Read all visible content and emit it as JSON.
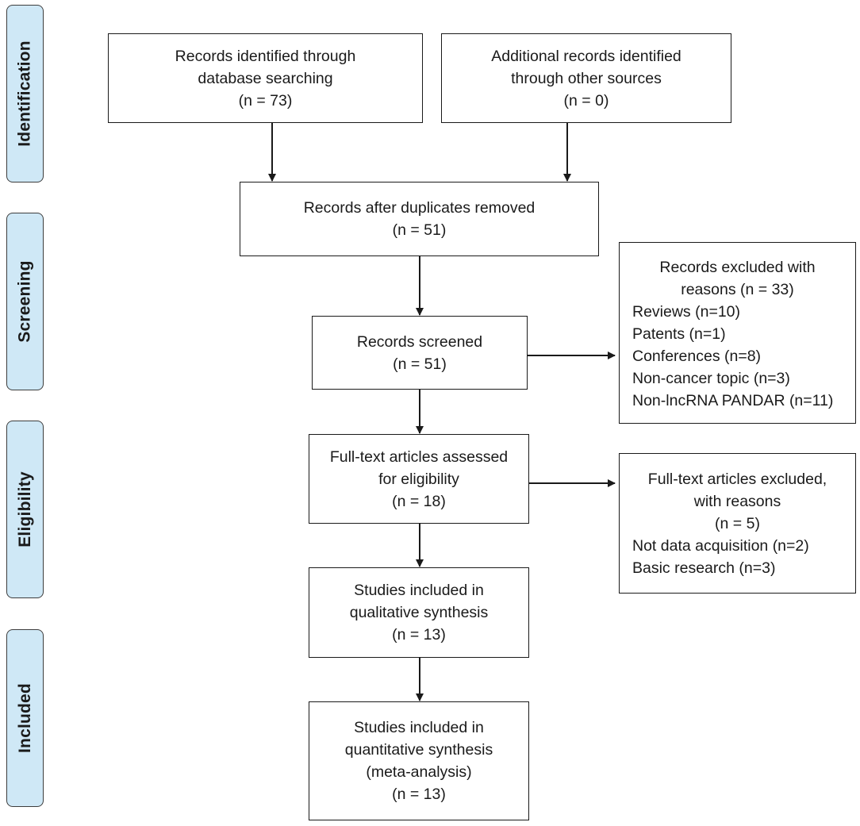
{
  "stages": {
    "identification": "Identification",
    "screening": "Screening",
    "eligibility": "Eligibility",
    "included": "Included"
  },
  "boxes": {
    "database": [
      "Records identified through",
      "database searching",
      "(n = 73)"
    ],
    "other_sources": [
      "Additional records identified",
      "through other sources",
      "(n = 0)"
    ],
    "after_duplicates": [
      "Records after duplicates removed",
      "(n = 51)"
    ],
    "screened": [
      "Records screened",
      "(n = 51)"
    ],
    "excluded_screening": {
      "header": [
        "Records excluded with",
        "reasons (n = 33)"
      ],
      "items": [
        "Reviews (n=10)",
        "Patents (n=1)",
        "Conferences (n=8)",
        "Non-cancer topic (n=3)",
        "Non-lncRNA PANDAR (n=11)"
      ]
    },
    "fulltext": [
      "Full-text articles assessed",
      "for eligibility",
      "(n = 18)"
    ],
    "excluded_fulltext": {
      "header": [
        "Full-text articles excluded,",
        "with reasons",
        "(n = 5)"
      ],
      "items": [
        "Not data acquisition (n=2)",
        "Basic research (n=3)"
      ]
    },
    "qualitative": [
      "Studies included in",
      "qualitative synthesis",
      "(n = 13)"
    ],
    "quantitative": [
      "Studies included in",
      "quantitative synthesis",
      "(meta-analysis)",
      "(n = 13)"
    ]
  }
}
